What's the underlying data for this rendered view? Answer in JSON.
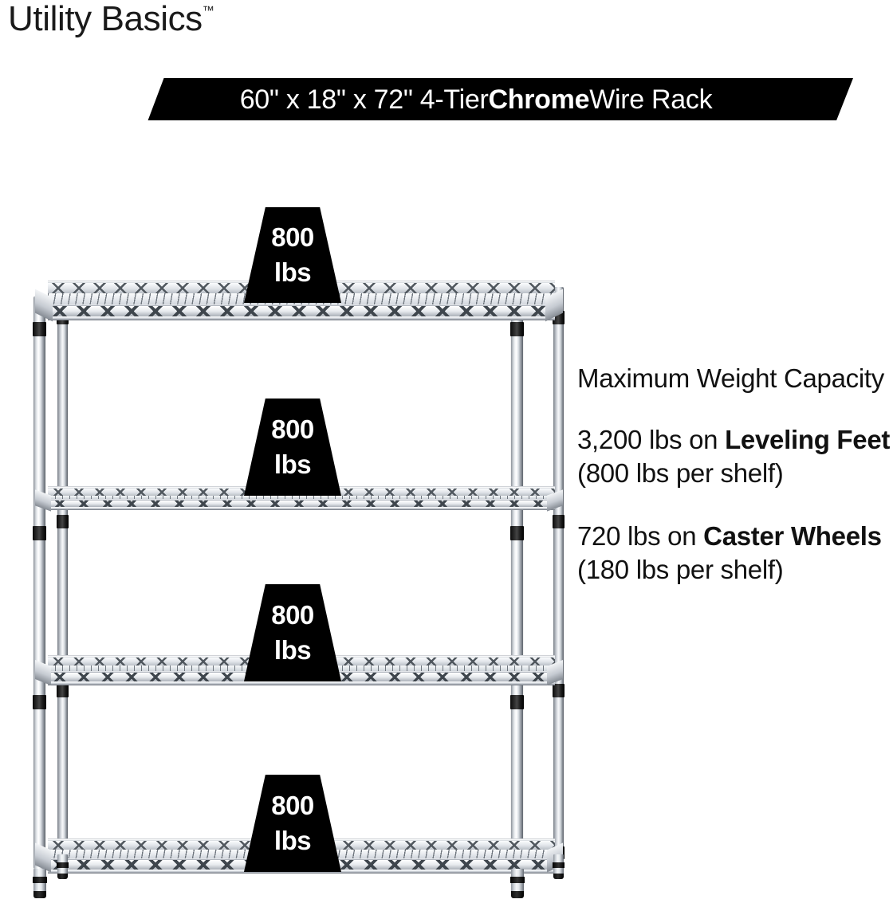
{
  "brand": {
    "name": "Utility Basics",
    "trademark": "™"
  },
  "banner": {
    "prefix": "60\" x 18\" x 72\" 4-Tier ",
    "emphasis": "Chrome",
    "suffix": " Wire Rack",
    "background_color": "#000000",
    "text_color": "#ffffff"
  },
  "capacity": {
    "heading": "Maximum Weight Capacity",
    "items": [
      {
        "lead": "3,200 lbs on ",
        "emphasis": "Leveling Feet",
        "tail": " (800 lbs per shelf)"
      },
      {
        "lead": "720 lbs on ",
        "emphasis": "Caster Wheels",
        "tail": " (180 lbs per shelf)"
      }
    ]
  },
  "product": {
    "type": "4-tier chrome wire shelving rack",
    "shelves": [
      {
        "index": 1,
        "position": "top",
        "callout_value": "800",
        "callout_unit": "lbs"
      },
      {
        "index": 2,
        "position": "upper-middle",
        "callout_value": "800",
        "callout_unit": "lbs"
      },
      {
        "index": 3,
        "position": "lower-middle",
        "callout_value": "800",
        "callout_unit": "lbs"
      },
      {
        "index": 4,
        "position": "bottom",
        "callout_value": "800",
        "callout_unit": "lbs"
      }
    ]
  }
}
